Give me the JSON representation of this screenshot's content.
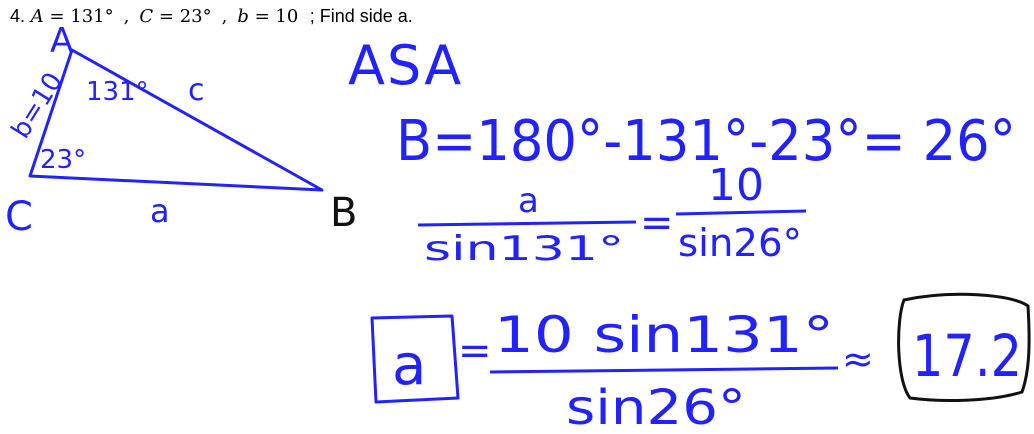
{
  "problem": {
    "number": "4.",
    "A_label": "A",
    "A_value": "131°",
    "C_label": "C",
    "C_value": "23°",
    "b_label": "b",
    "b_value": "10",
    "question": "; Find side a."
  },
  "triangle": {
    "vertex_A": "A",
    "vertex_B": "B",
    "vertex_C": "C",
    "side_b": "b=10",
    "side_c": "c",
    "side_a": "a",
    "angle_A": "131°",
    "angle_C": "23°"
  },
  "work": {
    "method": "ASA",
    "step_B": "B=180°-131°-23°= 26°",
    "ratio_left_num": "a",
    "ratio_left_den": "sin131°",
    "ratio_eq": "=",
    "ratio_right_num": "10",
    "ratio_right_den": "sin26°",
    "answer_var": "a",
    "answer_num": "10 sin131°",
    "answer_den": "sin26°",
    "approx": "≈",
    "answer_value": "17.2"
  },
  "colors": {
    "ink_blue": "#2222ff",
    "ink_black": "#111111",
    "print_text": "#000000"
  }
}
